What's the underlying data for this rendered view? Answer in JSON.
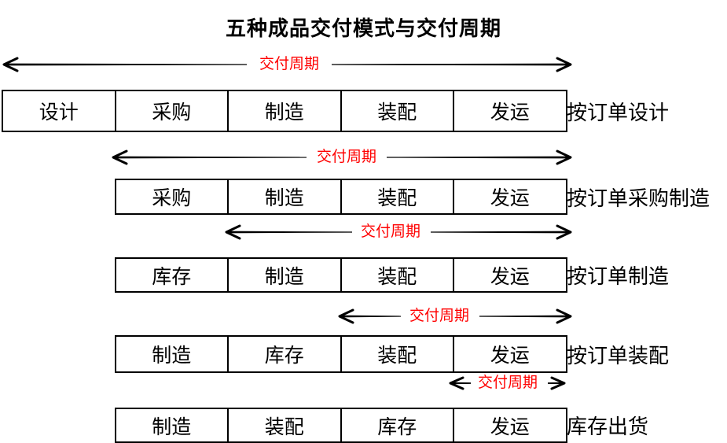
{
  "title": "五种成品交付模式与交付周期",
  "cycle_label": "交付周期",
  "colors": {
    "cycle_label_red": "#ff0000",
    "text": "#000000",
    "box_border": "#000000",
    "background": "#ffffff"
  },
  "rows": [
    {
      "mode": "按订单设计",
      "stages": [
        "设计",
        "采购",
        "制造",
        "装配",
        "发运"
      ]
    },
    {
      "mode": "按订单采购制造",
      "stages": [
        "采购",
        "制造",
        "装配",
        "发运"
      ]
    },
    {
      "mode": "按订单制造",
      "stages": [
        "库存",
        "制造",
        "装配",
        "发运"
      ]
    },
    {
      "mode": "按订单装配",
      "stages": [
        "制造",
        "库存",
        "装配",
        "发运"
      ]
    },
    {
      "mode": "库存出货",
      "stages": [
        "制造",
        "装配",
        "库存",
        "发运"
      ]
    }
  ]
}
